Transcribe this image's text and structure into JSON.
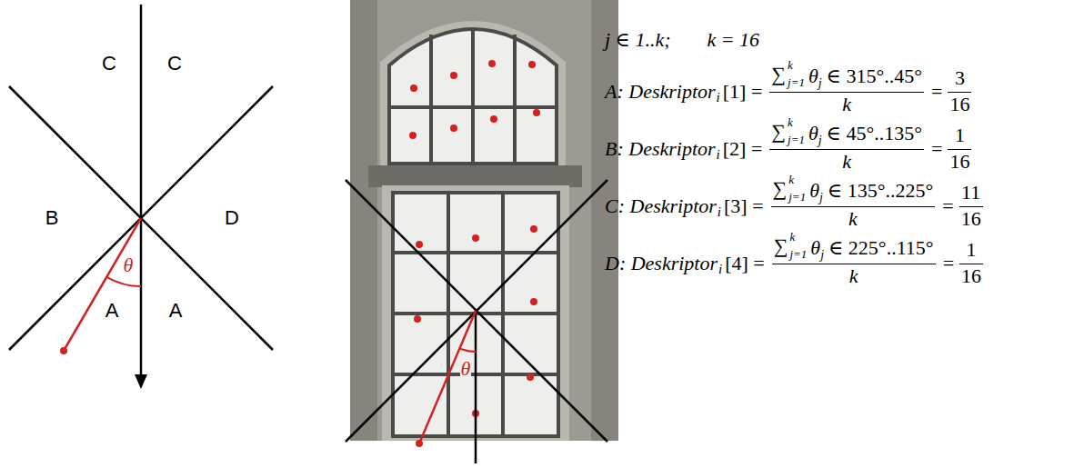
{
  "diagram": {
    "labels": [
      "C",
      "C",
      "B",
      "D",
      "θ",
      "A",
      "A",
      "θ",
      "j ∈ 1..k;",
      "k = 16",
      "A: Deskriptor",
      "i",
      "[1] =",
      "∑",
      "k",
      "j=1",
      "θ",
      "j",
      "∈ 315°..45°",
      "k",
      "=",
      "3",
      "16",
      "B: Deskriptor",
      "i",
      "[2] =",
      "∑",
      "k",
      "j=1",
      "θ",
      "j",
      "∈ 45°..135°",
      "k",
      "=",
      "1",
      "16",
      "C: Deskriptor",
      "i",
      "[3] =",
      "∑",
      "k",
      "j=1",
      "θ",
      "j",
      "∈ 135°..225°",
      "k",
      "=",
      "11",
      "16",
      "D: Deskriptor",
      "i",
      "[4] =",
      "∑",
      "k",
      "j=1",
      "θ",
      "j",
      "∈ 225°..115°",
      "k",
      "=",
      "1",
      "16"
    ]
  }
}
